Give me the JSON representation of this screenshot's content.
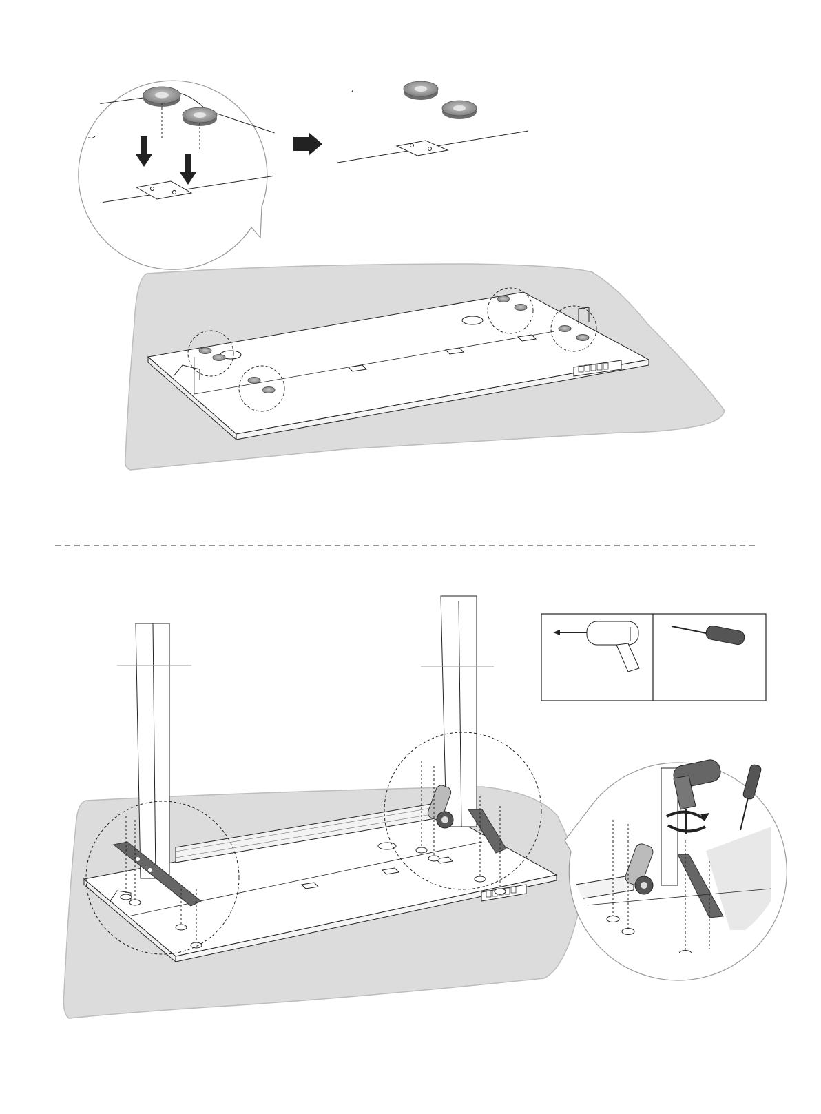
{
  "diagram": {
    "type": "assembly-instructions",
    "steps": [
      {
        "id": "attach-pads",
        "description_visible": ""
      },
      {
        "id": "mount-frame",
        "description_visible": ""
      }
    ],
    "tools": [
      "power-drill-icon",
      "screwdriver-icon"
    ],
    "colors": {
      "line": "#222222",
      "mat_fill": "#dcdcdc",
      "mat_stroke": "#bdbdbd",
      "part_dark": "#666666",
      "part_mid": "#9a9a9a",
      "part_light": "#f2f2f2"
    }
  }
}
